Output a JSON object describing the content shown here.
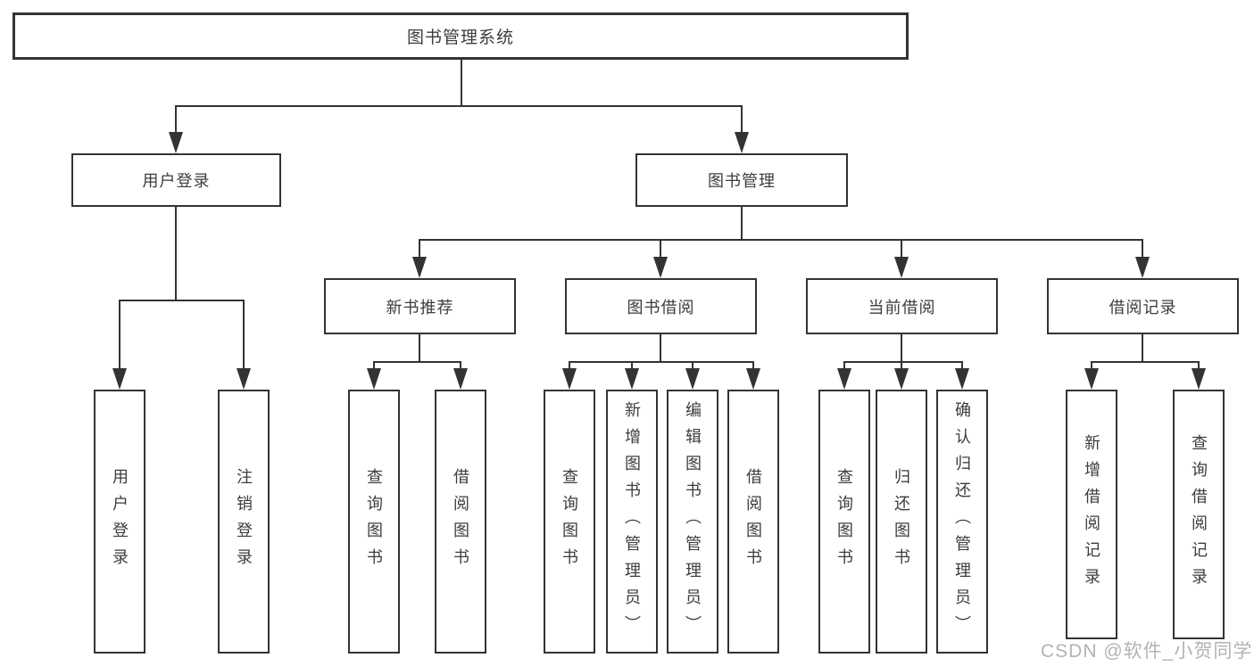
{
  "nodes": {
    "root": "图书管理系统",
    "level2": [
      "用户登录",
      "图书管理"
    ],
    "level3": [
      "新书推荐",
      "图书借阅",
      "当前借阅",
      "借阅记录"
    ],
    "leaves_user_login": [
      "用户登录",
      "注销登录"
    ],
    "leaves_new_books": [
      "查询图书",
      "借阅图书"
    ],
    "leaves_book_borrow": [
      "查询图书",
      "新增图书（管理员）",
      "编辑图书（管理员）",
      "借阅图书"
    ],
    "leaves_current_borrow": [
      "查询图书",
      "归还图书",
      "确认归还（管理员）"
    ],
    "leaves_borrow_records": [
      "新增借阅记录",
      "查询借阅记录"
    ]
  },
  "watermark": "CSDN @软件_小贺同学",
  "colors": {
    "line": "#333333",
    "text": "#3c3c3c",
    "background": "#ffffff",
    "watermark": "#b3b3b3"
  }
}
